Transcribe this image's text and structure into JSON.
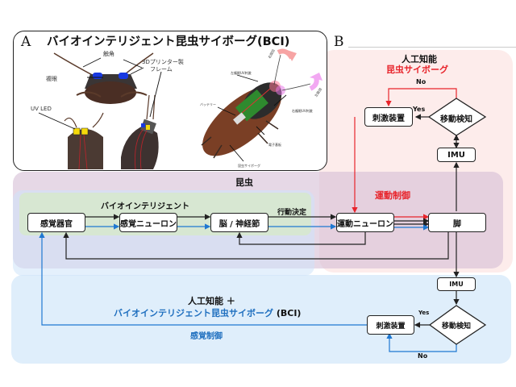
{
  "panel_a": {
    "letter": "A",
    "title": "バイオインテリジェント昆虫サイボーグ(BCI)",
    "labels": {
      "antenna": "触角",
      "frame_line1": "3Dプリンター製",
      "frame_line2": "フレーム",
      "compound_eye": "複眼",
      "uv_led": "UV LED",
      "battery": "バッテリー",
      "left_eye_uv": "左複眼UV刺激",
      "right_eye_uv": "右複眼UV刺激",
      "turn_right": "右旋回",
      "turn_left": "左旋回",
      "circuit_board": "電子基板",
      "insect_cyborg": "昆虫サイボーグ"
    }
  },
  "panel_b": {
    "letter": "B",
    "ai_region": {
      "title": "人工知能",
      "subtitle": "昆虫サイボーグ",
      "no_label": "No",
      "yes_label": "Yes",
      "stimulator": "刺激装置",
      "motion_detect": "移動検知",
      "imu": "IMU"
    },
    "insect_region": {
      "title": "昆虫",
      "bio_title": "バイオインテリジェント",
      "motor_control": "運動制御",
      "action_decision": "行動決定",
      "nodes": {
        "sensory_organ": "感覚器官",
        "sensory_neuron": "感覚ニューロン",
        "brain": "脳 / 神経節",
        "motor_neuron": "運動ニューロン",
        "leg": "脚"
      }
    },
    "bci_region": {
      "title_line1": "人工知能 ＋",
      "title_line2": "バイオインテリジェント昆虫サイボーグ",
      "title_suffix": "(BCI)",
      "sensory_control": "感覚制御",
      "imu": "IMU",
      "motion_detect": "移動検知",
      "stimulator": "刺激装置",
      "yes_label": "Yes",
      "no_label": "No"
    },
    "colors": {
      "red": "#e8242b",
      "blue": "#1f78d1",
      "black": "#222222",
      "ai_bg": "#fdecec",
      "insect_bg": "#e5d3e3",
      "bio_bg": "#d8e8d3",
      "bci_bg": "#ddeefc"
    }
  }
}
